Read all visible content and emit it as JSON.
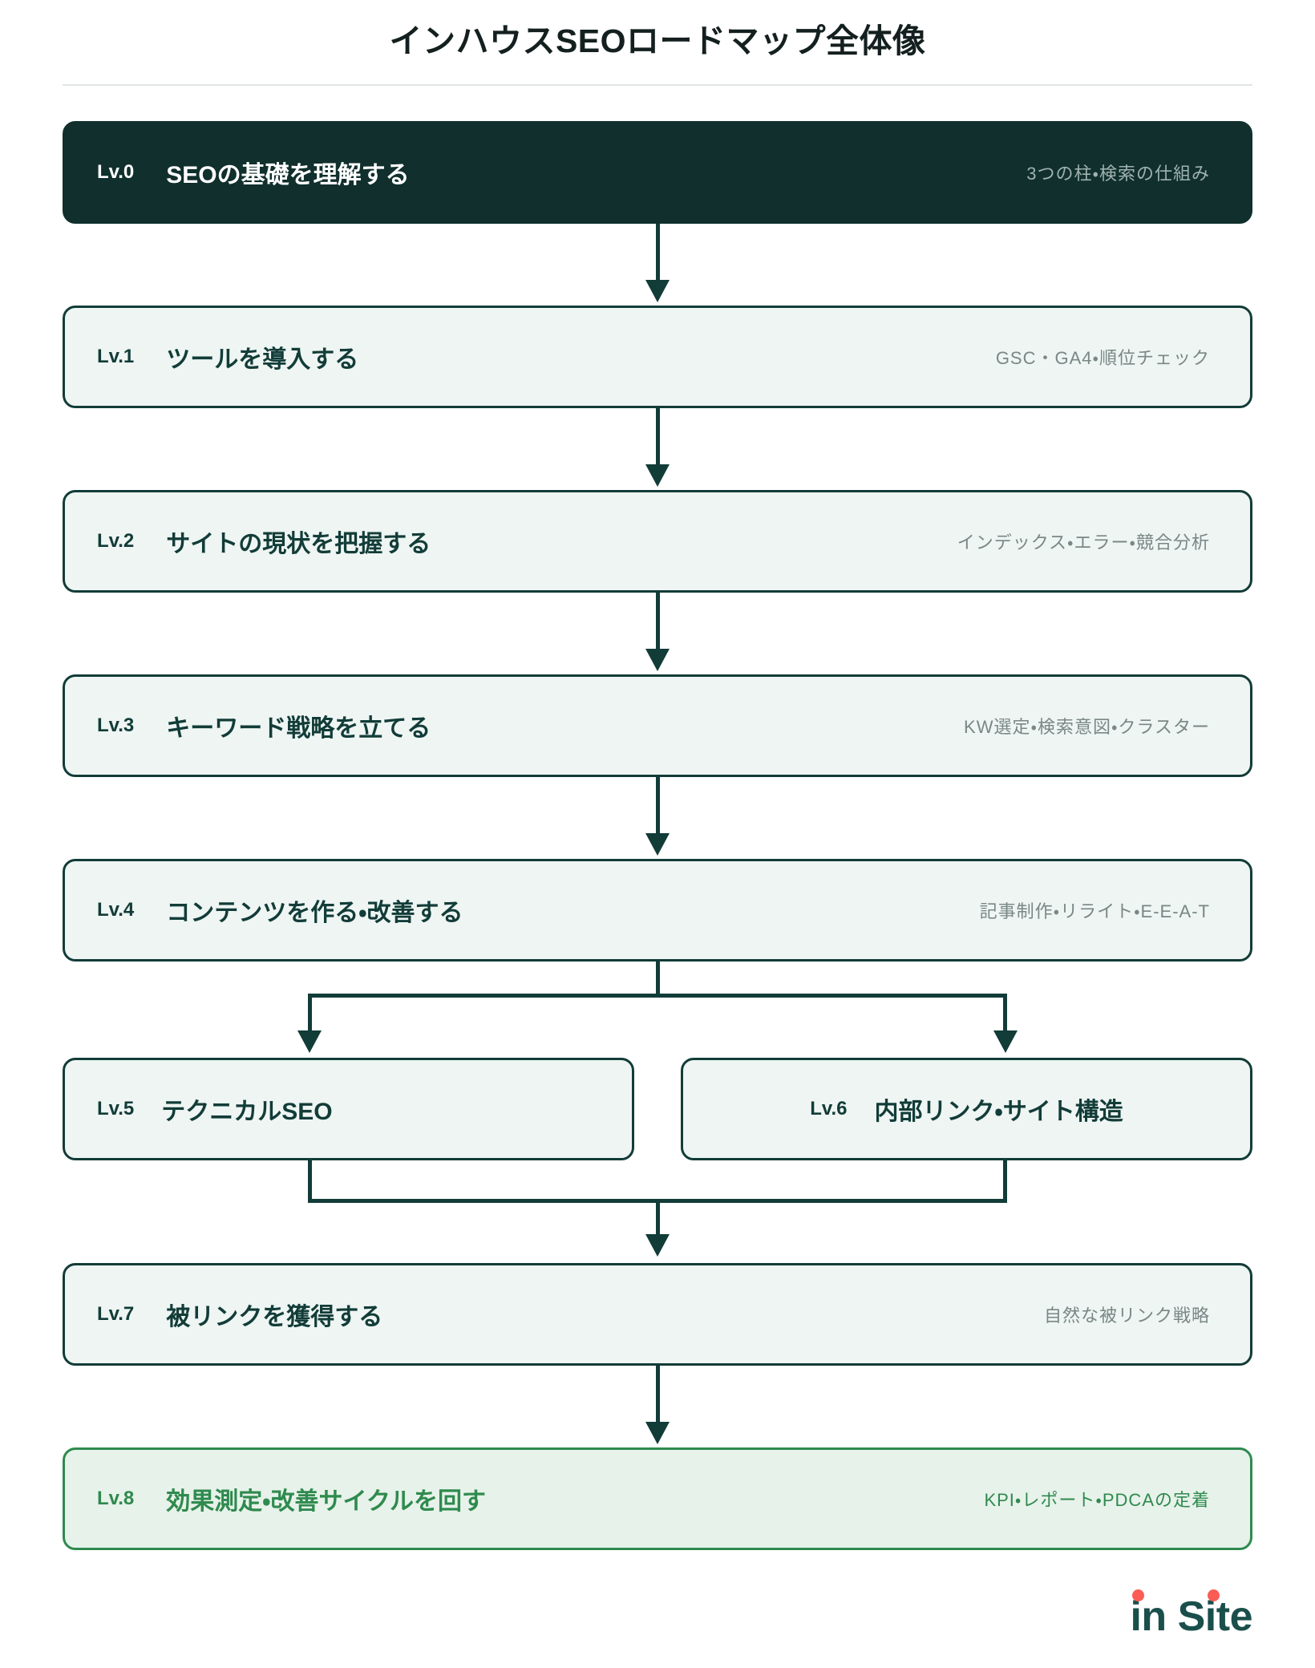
{
  "title": "インハウスSEOロードマップ全体像",
  "steps": [
    {
      "lv": "Lv.0",
      "label": "SEOの基礎を理解する",
      "meta": "3つの柱・検索の仕組み"
    },
    {
      "lv": "Lv.1",
      "label": "ツールを導入する",
      "meta": "GSC・GA4・順位チェック"
    },
    {
      "lv": "Lv.2",
      "label": "サイトの現状を把握する",
      "meta": "インデックス・エラー・競合分析"
    },
    {
      "lv": "Lv.3",
      "label": "キーワード戦略を立てる",
      "meta": "KW選定・検索意図・クラスター"
    },
    {
      "lv": "Lv.4",
      "label": "コンテンツを作る・改善する",
      "meta": "記事制作・リライト・E-E-A-T"
    },
    {
      "lv": "Lv.5",
      "label": "テクニカルSEO",
      "meta": ""
    },
    {
      "lv": "Lv.6",
      "label": "内部リンク・サイト構造",
      "meta": ""
    },
    {
      "lv": "Lv.7",
      "label": "被リンクを獲得する",
      "meta": "自然な被リンク戦略"
    },
    {
      "lv": "Lv.8",
      "label": "効果測定・改善サイクルを回す",
      "meta": "KPI・レポート・PDCAの定着"
    }
  ],
  "logo": {
    "part1": "in",
    "part2": "Site",
    "full": "in Site"
  },
  "colors": {
    "hero_bg": "#102f2d",
    "card_bg": "#eef5f3",
    "card_border": "#123c38",
    "goal_bg": "#e7f2ea",
    "goal_border": "#2f8a4e",
    "goal_text": "#2f8a4e",
    "meta_text": "#7a8786",
    "logo_text": "#1a4f4b",
    "logo_dot": "#fb5d54",
    "page_bg": "#ffffff"
  }
}
